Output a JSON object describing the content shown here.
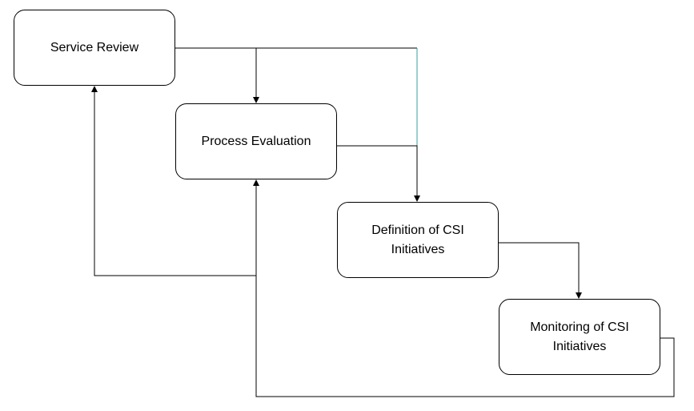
{
  "nodes": {
    "service_review": {
      "label": "Service Review"
    },
    "process_evaluation": {
      "label": "Process Evaluation"
    },
    "definition_csi": {
      "label": "Definition of CSI\nInitiatives"
    },
    "monitoring_csi": {
      "label": "Monitoring of CSI\nInitiatives"
    }
  },
  "edges": [
    {
      "from": "Service Review",
      "to": "Process Evaluation"
    },
    {
      "from": "Service Review",
      "to": "Definition of CSI Initiatives"
    },
    {
      "from": "Process Evaluation",
      "to": "Definition of CSI Initiatives"
    },
    {
      "from": "Definition of CSI Initiatives",
      "to": "Monitoring of CSI Initiatives"
    },
    {
      "from": "Monitoring of CSI Initiatives",
      "to": "Process Evaluation"
    },
    {
      "from": "Monitoring of CSI Initiatives",
      "to": "Service Review"
    }
  ],
  "colors": {
    "line": "#000000",
    "accent_line": "#3a9ea0"
  }
}
